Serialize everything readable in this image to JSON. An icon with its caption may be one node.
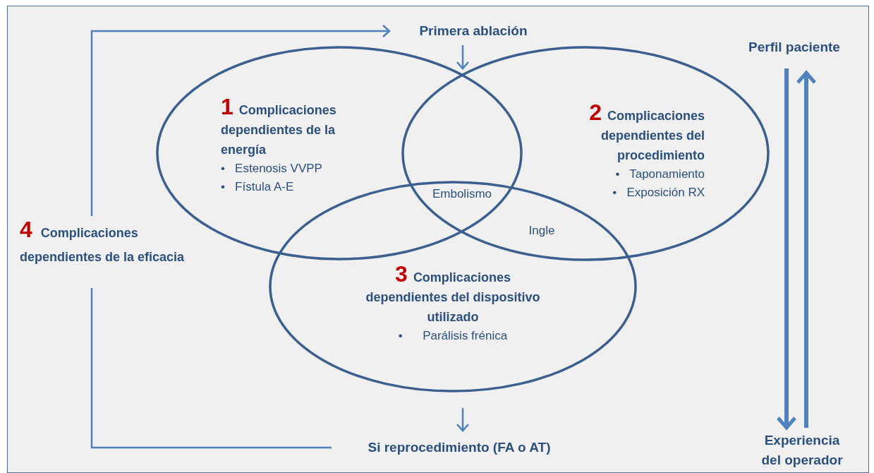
{
  "diagram": {
    "nodes": [
      {
        "text": [
          "Primera ablación"
        ]
      },
      {
        "text": [
          "1",
          "Complicaciones dependientes de la energía",
          "•   Estenosis VVPP",
          "•   Fístula A-E"
        ]
      },
      {
        "text": [
          "2",
          "Complicaciones dependientes del procedimiento",
          "•   Taponamiento",
          "•   Exposición RX"
        ]
      },
      {
        "text": [
          "3",
          "Complicaciones dependientes del dispositivo utilizado",
          "•      Parálisis frénica"
        ]
      },
      {
        "text": [
          "4",
          "Complicaciones dependientes de la eficacia"
        ]
      },
      {
        "text": [
          "Si reprocedimiento (FA o AT)"
        ]
      },
      {
        "text": [
          "Perfil paciente"
        ]
      },
      {
        "text": [
          "Experiencia del operador"
        ]
      }
    ],
    "edges": [
      {
        "from": 4,
        "to": 0,
        "arrow": "to"
      },
      {
        "from": 0,
        "to": 1,
        "arrow": "to"
      },
      {
        "from": 3,
        "to": 5,
        "arrow": "to"
      },
      {
        "from": 5,
        "to": 4,
        "arrow": "none"
      },
      {
        "from": 6,
        "to": 7,
        "arrow": "to",
        "style": "thick"
      },
      {
        "from": 7,
        "to": 6,
        "arrow": "to",
        "style": "thick"
      }
    ],
    "labels": [
      "Embolismo",
      "Ingle"
    ]
  }
}
